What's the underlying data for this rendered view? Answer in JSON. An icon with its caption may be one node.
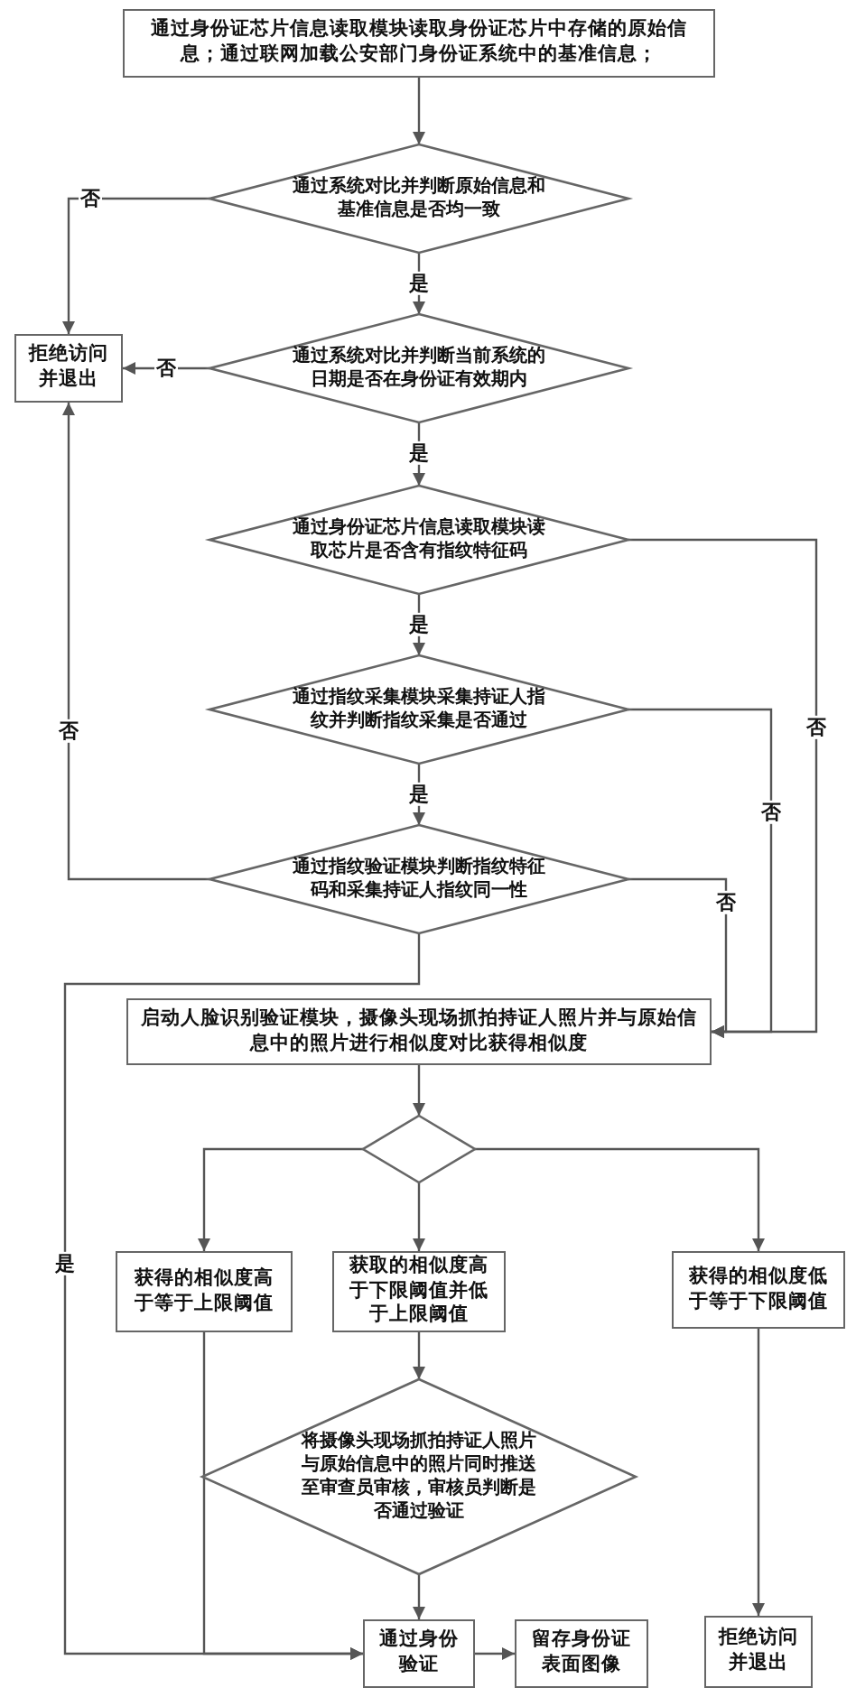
{
  "diagram": {
    "nodes": [
      {
        "text": [
          "通过身份证芯片信息读取模块读取身份证芯片中存储的原始信息；通过联网加载公安部门身份证系统中的基准信息；"
        ]
      },
      {
        "text": [
          "通过系统对比并判断原始信息和基准信息是否均一致"
        ]
      },
      {
        "text": [
          "拒绝访问并退出"
        ]
      },
      {
        "text": [
          "通过系统对比并判断当前系统的日期是否在身份证有效期内"
        ]
      },
      {
        "text": [
          "通过身份证芯片信息读取模块读取芯片是否含有指纹特征码"
        ]
      },
      {
        "text": [
          "通过指纹采集模块采集持证人指纹并判断指纹采集是否通过"
        ]
      },
      {
        "text": [
          "通过指纹验证模块判断指纹特征码和采集持证人指纹同一性"
        ]
      },
      {
        "text": [
          "启动人脸识别验证模块，摄像头现场抓拍持证人照片并与原始信息中的照片进行相似度对比获得相似度"
        ]
      },
      {
        "text": [],
        "shape": "diamond"
      },
      {
        "text": [
          "获得的相似度高于等于上限阈值"
        ]
      },
      {
        "text": [
          "获取的相似度高于下限阈值并低于上限阈值"
        ]
      },
      {
        "text": [
          "获得的相似度低于等于下限阈值"
        ]
      },
      {
        "text": [
          "将摄像头现场抓拍持证人照片与原始信息中的照片同时推送至审查员审核，审核员判断是否通过验证"
        ]
      },
      {
        "text": [
          "通过身份验证"
        ]
      },
      {
        "text": [
          "留存身份证表面图像"
        ]
      },
      {
        "text": [
          "拒绝访问并退出"
        ]
      }
    ],
    "edges": [
      {
        "from": 0,
        "to": 1,
        "arrow": "to"
      },
      {
        "from": 1,
        "to": 2,
        "arrow": "to",
        "label": "否"
      },
      {
        "from": 1,
        "to": 3,
        "arrow": "to",
        "label": "是"
      },
      {
        "from": 3,
        "to": 2,
        "arrow": "to",
        "label": "否"
      },
      {
        "from": 3,
        "to": 4,
        "arrow": "to",
        "label": "是"
      },
      {
        "from": 4,
        "to": 5,
        "arrow": "to",
        "label": "是"
      },
      {
        "from": 5,
        "to": 6,
        "arrow": "to",
        "label": "是"
      },
      {
        "from": 6,
        "to": 2,
        "arrow": "to",
        "label": "否"
      },
      {
        "from": 4,
        "to": 7,
        "arrow": "to",
        "label": "否"
      },
      {
        "from": 5,
        "to": 7,
        "arrow": "to",
        "label": "否"
      },
      {
        "from": 6,
        "to": 7,
        "arrow": "to",
        "label": "否"
      },
      {
        "from": 6,
        "to": 13,
        "arrow": "to",
        "label": "是"
      },
      {
        "from": 7,
        "to": 8,
        "arrow": "to"
      },
      {
        "from": 8,
        "to": 9,
        "arrow": "to"
      },
      {
        "from": 8,
        "to": 10,
        "arrow": "to"
      },
      {
        "from": 8,
        "to": 11,
        "arrow": "to"
      },
      {
        "from": 10,
        "to": 12,
        "arrow": "to"
      },
      {
        "from": 9,
        "to": 13,
        "arrow": "to"
      },
      {
        "from": 12,
        "to": 13,
        "arrow": "to"
      },
      {
        "from": 13,
        "to": 14,
        "arrow": "to"
      },
      {
        "from": 11,
        "to": 15,
        "arrow": "to"
      }
    ]
  }
}
